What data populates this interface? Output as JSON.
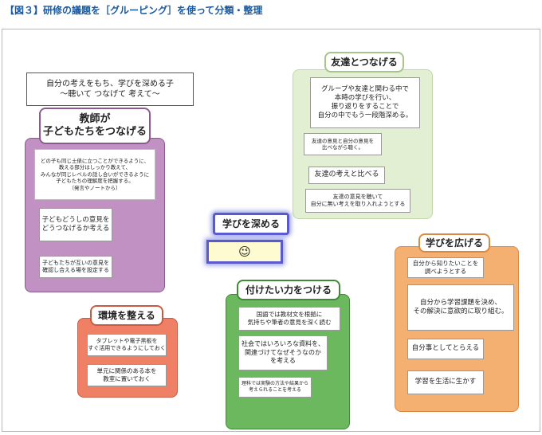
{
  "title": "【図３】研修の議題を［グルーピング］を使って分類・整理",
  "goal_box": "自分の考えをもち、学びを深める子\n～聴いて つなげて 考えて～",
  "center": {
    "label": "学びを深める",
    "face": "😉"
  },
  "groups": {
    "teacher": {
      "title": "教師が\n子どもたちをつなげる",
      "notes": [
        "どの子も同じ土俵に立つことができるように、\n教える部分はしっかり教えて、\nみんなが同じレベルの話し合いができるように\n子どもたちの理解度を把握する。\n（発言やノートから）",
        "子どもどうしの意見を\nどうつなげるか考える",
        "子どもたちが互いの意見を\n確認し合える場を設定する"
      ]
    },
    "friends": {
      "title": "友達とつなげる",
      "notes": [
        "グループや友達と関わる中で\n本時の学びを行い、\n振り返りをすることで\n自分の中でもう一段階深める。",
        "友達の意見と自分の意見を\n比べながら聴く。",
        "友達の考えと比べる",
        "友達の意見を聴いて\n自分に無い考えを取り入れようとする"
      ]
    },
    "spread": {
      "title": "学びを広げる",
      "notes": [
        "自分から知りたいことを\n調べようとする",
        "自分から学習課題を決め、\nその解決に意欲的に取り組む。",
        "自分事としてとらえる",
        "学習を生活に生かす"
      ]
    },
    "skills": {
      "title": "付けたい力をつける",
      "notes": [
        "国語では教材文を根拠に\n気持ちや筆者の意見を深く読む",
        "社会ではいろいろな資料を、\n関連づけてなぜそうなのか\nを考える",
        "理科では実験の方法や結果から\n考えられることを考える"
      ]
    },
    "environment": {
      "title": "環境を整える",
      "notes": [
        "タブレットや電子黒板を\nすぐ活用できるようにしておく",
        "単元に関係のある本を\n教室に置いておく"
      ]
    }
  }
}
